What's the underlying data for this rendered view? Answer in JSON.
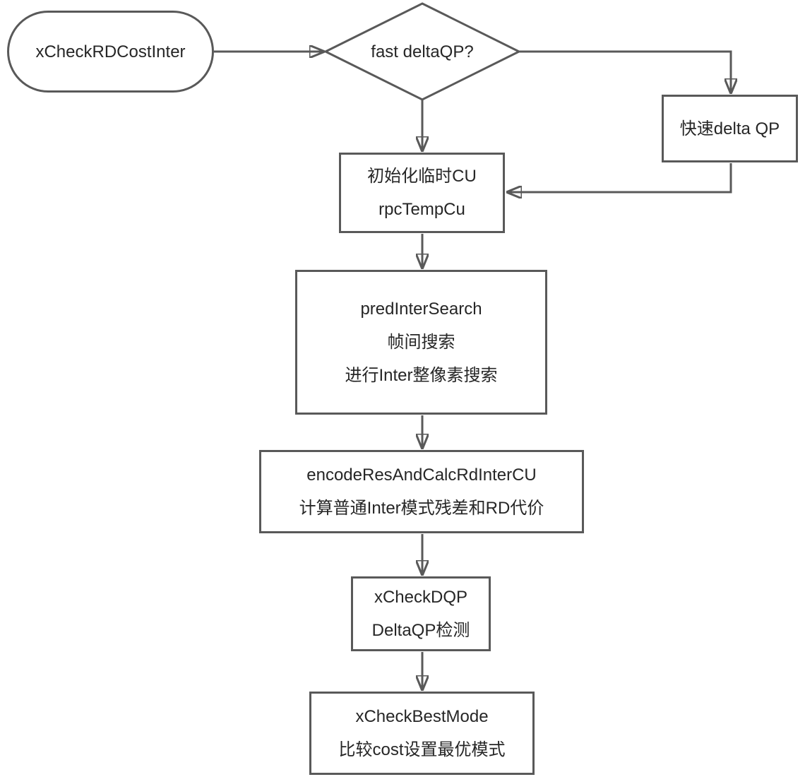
{
  "colors": {
    "stroke": "#595959",
    "text": "#262626",
    "node_fill": "#ffffff",
    "background": "#ffffff"
  },
  "nodes": {
    "start": {
      "type": "terminator",
      "label": "xCheckRDCostInter"
    },
    "decision": {
      "type": "decision",
      "label": "fast deltaQP?"
    },
    "fast_delta_qp": {
      "type": "process",
      "line1": "快速delta QP"
    },
    "init_temp_cu": {
      "type": "process",
      "line1": "初始化临时CU",
      "line2": "rpcTempCu"
    },
    "pred_inter_search": {
      "type": "process",
      "line1": "predInterSearch",
      "line2": "帧间搜索",
      "line3": "进行Inter整像素搜索"
    },
    "encode_res": {
      "type": "process",
      "line1": "encodeResAndCalcRdInterCU",
      "line2": "计算普通Inter模式残差和RD代价"
    },
    "x_check_dqp": {
      "type": "process",
      "line1": "xCheckDQP",
      "line2": "DeltaQP检测"
    },
    "x_check_best_mode": {
      "type": "process",
      "line1": "xCheckBestMode",
      "line2": "比较cost设置最优模式"
    }
  },
  "edges": [
    {
      "from": "start",
      "to": "decision"
    },
    {
      "from": "decision",
      "to": "fast_delta_qp"
    },
    {
      "from": "decision",
      "to": "init_temp_cu"
    },
    {
      "from": "fast_delta_qp",
      "to": "init_temp_cu"
    },
    {
      "from": "init_temp_cu",
      "to": "pred_inter_search"
    },
    {
      "from": "pred_inter_search",
      "to": "encode_res"
    },
    {
      "from": "encode_res",
      "to": "x_check_dqp"
    },
    {
      "from": "x_check_dqp",
      "to": "x_check_best_mode"
    }
  ]
}
